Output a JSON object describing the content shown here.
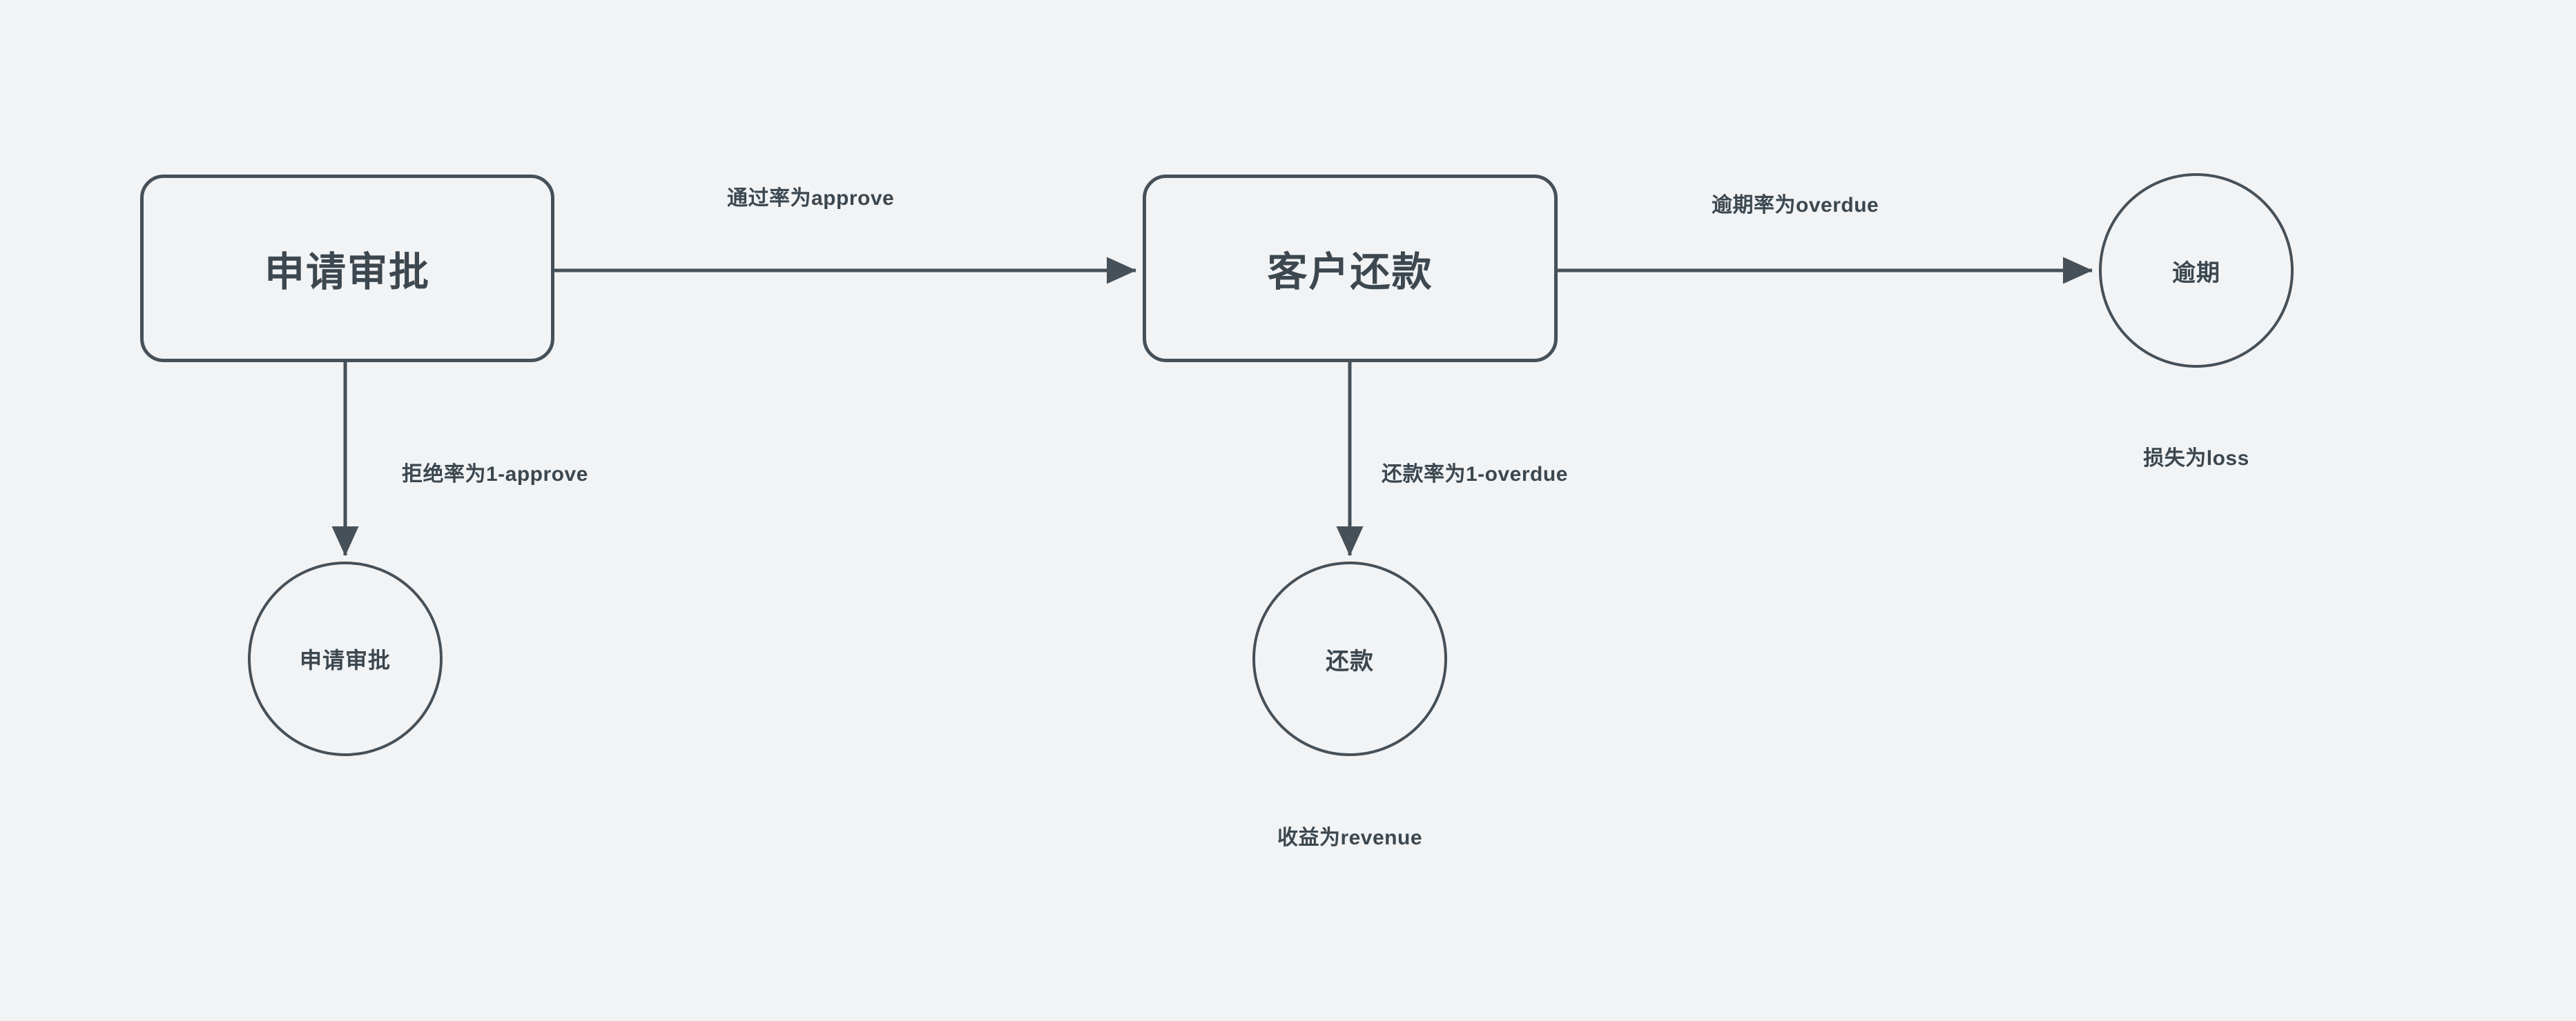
{
  "diagram": {
    "type": "flowchart",
    "background_color": "#f1f3f5",
    "stroke_color": "#465058",
    "text_color": "#3c474f",
    "nodes": [
      {
        "id": "apply_review",
        "label": "申请审批",
        "shape": "rounded-rectangle"
      },
      {
        "id": "customer_repay",
        "label": "客户还款",
        "shape": "rounded-rectangle"
      },
      {
        "id": "rejected",
        "label": "申请审批",
        "shape": "circle"
      },
      {
        "id": "repaid",
        "label": "还款",
        "shape": "circle"
      },
      {
        "id": "overdue",
        "label": "逾期",
        "shape": "circle"
      }
    ],
    "edges": [
      {
        "id": "e_approve",
        "from": "apply_review",
        "to": "customer_repay",
        "label": "通过率为approve"
      },
      {
        "id": "e_reject",
        "from": "apply_review",
        "to": "rejected",
        "label": "拒绝率为1-approve"
      },
      {
        "id": "e_overdue",
        "from": "customer_repay",
        "to": "overdue",
        "label": "逾期率为overdue"
      },
      {
        "id": "e_repay",
        "from": "customer_repay",
        "to": "repaid",
        "label": "还款率为1-overdue"
      }
    ],
    "captions": [
      {
        "id": "cap_loss",
        "for": "overdue",
        "text": "损失为loss"
      },
      {
        "id": "cap_revenue",
        "for": "repaid",
        "text": "收益为revenue"
      }
    ]
  }
}
